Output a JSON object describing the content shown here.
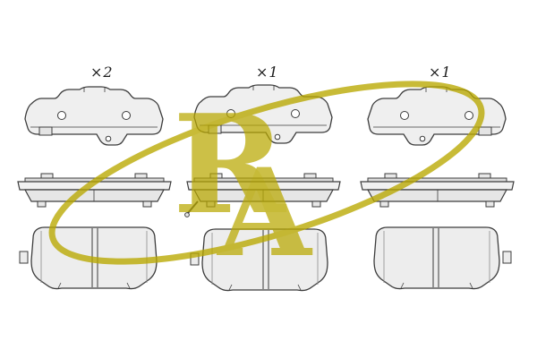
{
  "diagram": {
    "columns": [
      {
        "qty_label": "×2"
      },
      {
        "qty_label": "×1"
      },
      {
        "qty_label": "×1"
      }
    ],
    "watermark": {
      "letters": [
        "R",
        "A"
      ],
      "color": "#b9a800"
    }
  }
}
